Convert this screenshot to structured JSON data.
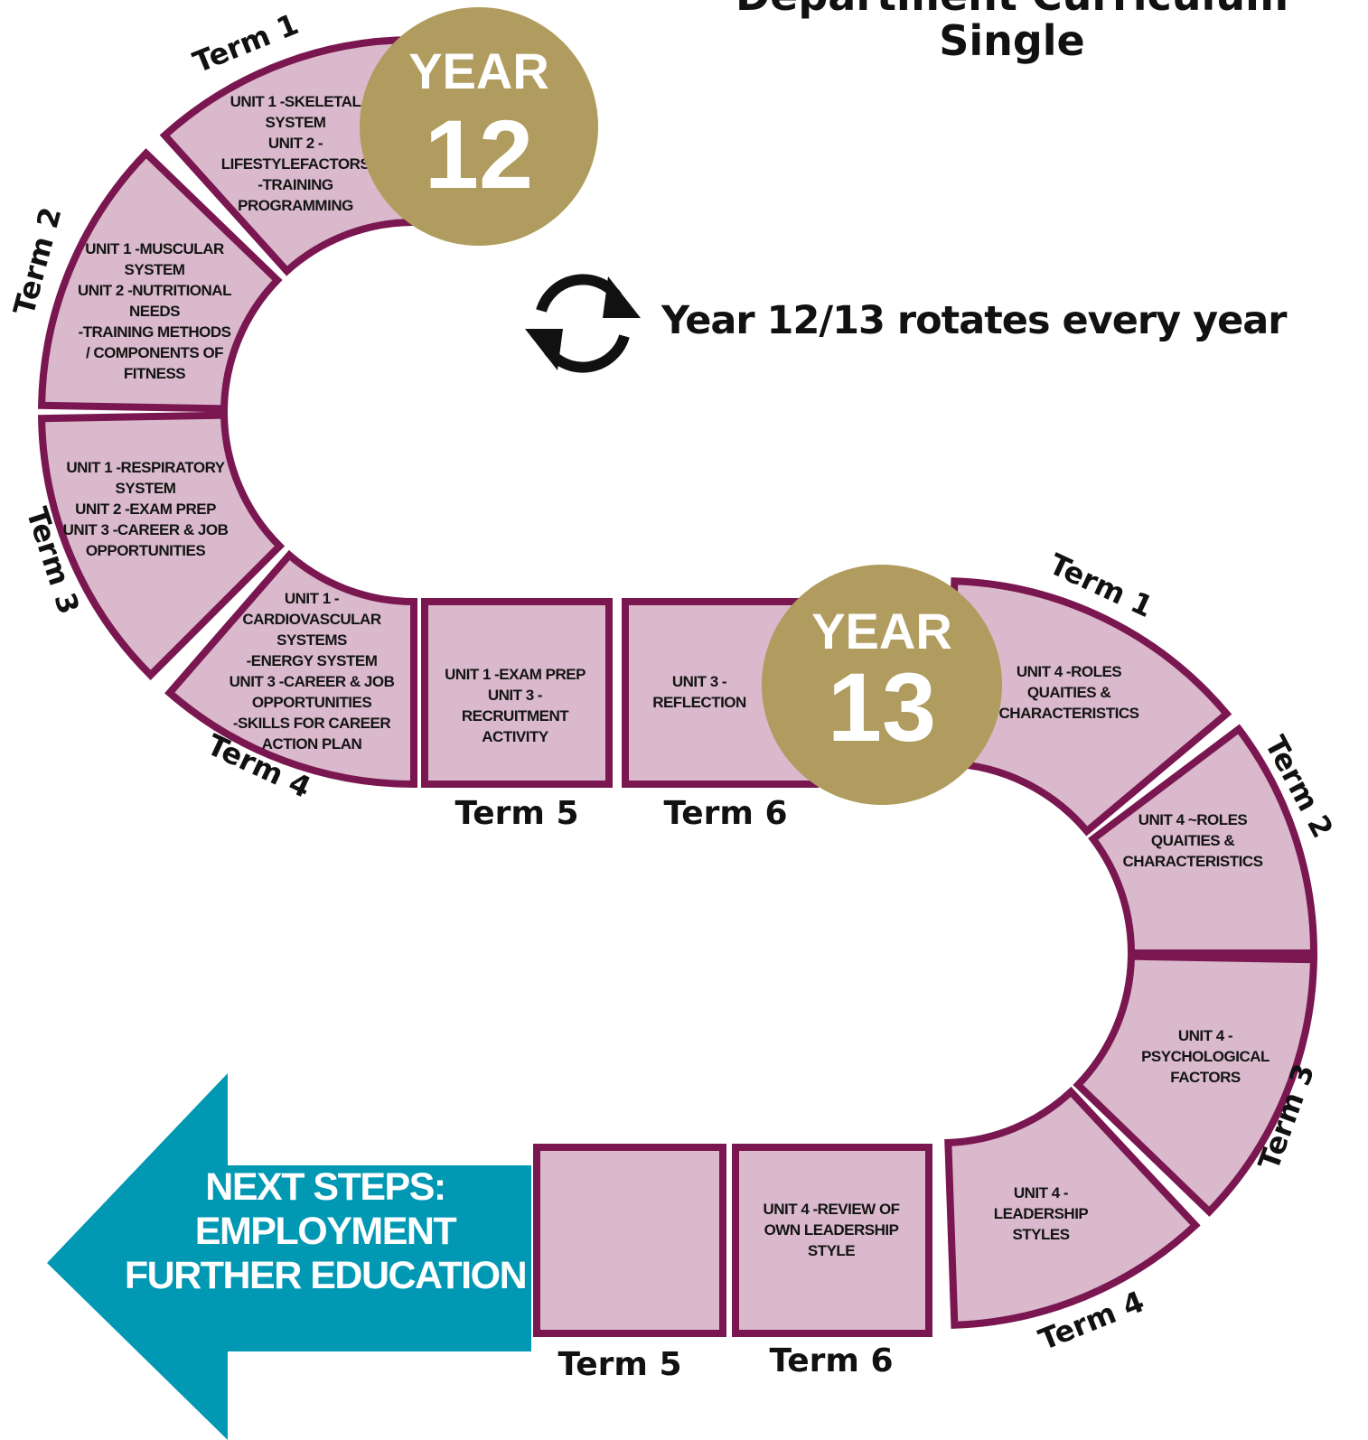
{
  "title": {
    "line1": "Department Curriculum",
    "line2": "Single"
  },
  "rotation_note": "Year 12/13 rotates every year",
  "colors": {
    "segment_fill": "#d9b9cb",
    "segment_border": "#7a1650",
    "year_badge": "#b09c5e",
    "arrow": "#0098b3"
  },
  "year12": {
    "badge_word": "YEAR",
    "badge_number": "12",
    "terms": [
      {
        "term": "Term 1",
        "lines": [
          "UNIT 1 -SKELETAL",
          "SYSTEM",
          "UNIT 2 -",
          "LIFESTYLEFACTORS",
          "-TRAINING",
          "PROGRAMMING"
        ]
      },
      {
        "term": "Term 2",
        "lines": [
          "UNIT 1 -MUSCULAR",
          "SYSTEM",
          "UNIT 2 -NUTRITIONAL",
          "NEEDS",
          "-TRAINING METHODS",
          "/ COMPONENTS OF",
          "FITNESS"
        ]
      },
      {
        "term": "Term 3",
        "lines": [
          "UNIT 1 -RESPIRATORY",
          "SYSTEM",
          "UNIT 2 -EXAM PREP",
          "UNIT 3 -CAREER & JOB",
          "OPPORTUNITIES"
        ]
      },
      {
        "term": "Term 4",
        "lines": [
          "UNIT 1 -",
          "CARDIOVASCULAR",
          "SYSTEMS",
          "-ENERGY SYSTEM",
          "UNIT 3 -CAREER & JOB",
          "OPPORTUNITIES",
          "-SKILLS FOR CAREER",
          "ACTION PLAN"
        ]
      },
      {
        "term": "Term 5",
        "lines": [
          "UNIT 1 -EXAM PREP",
          "UNIT 3 -",
          "RECRUITMENT",
          "ACTIVITY"
        ]
      },
      {
        "term": "Term 6",
        "lines": [
          "UNIT 3 -",
          "REFLECTION"
        ]
      }
    ]
  },
  "year13": {
    "badge_word": "YEAR",
    "badge_number": "13",
    "terms": [
      {
        "term": "Term 1",
        "lines": [
          "UNIT 4 -ROLES",
          "QUAITIES &",
          "CHARACTERISTICS"
        ]
      },
      {
        "term": "Term 2",
        "lines": [
          "UNIT 4 ~ROLES",
          "QUAITIES &",
          "CHARACTERISTICS"
        ]
      },
      {
        "term": "Term 3",
        "lines": [
          "UNIT 4 -",
          "PSYCHOLOGICAL",
          "FACTORS"
        ]
      },
      {
        "term": "Term 4",
        "lines": [
          "UNIT 4 -",
          "LEADERSHIP",
          "STYLES"
        ]
      },
      {
        "term": "Term 5",
        "lines": [
          "UNIT 4 -REVIEW OF",
          "OWN LEADERSHIP",
          "STYLE"
        ]
      },
      {
        "term": "Term 6",
        "lines": []
      }
    ]
  },
  "next_steps": {
    "line1": "NEXT STEPS:",
    "line2": "EMPLOYMENT",
    "line3": "FURTHER EDUCATION"
  },
  "icons": {
    "rotate": "rotate-arrows-icon",
    "arrow": "left-arrow-shape"
  }
}
